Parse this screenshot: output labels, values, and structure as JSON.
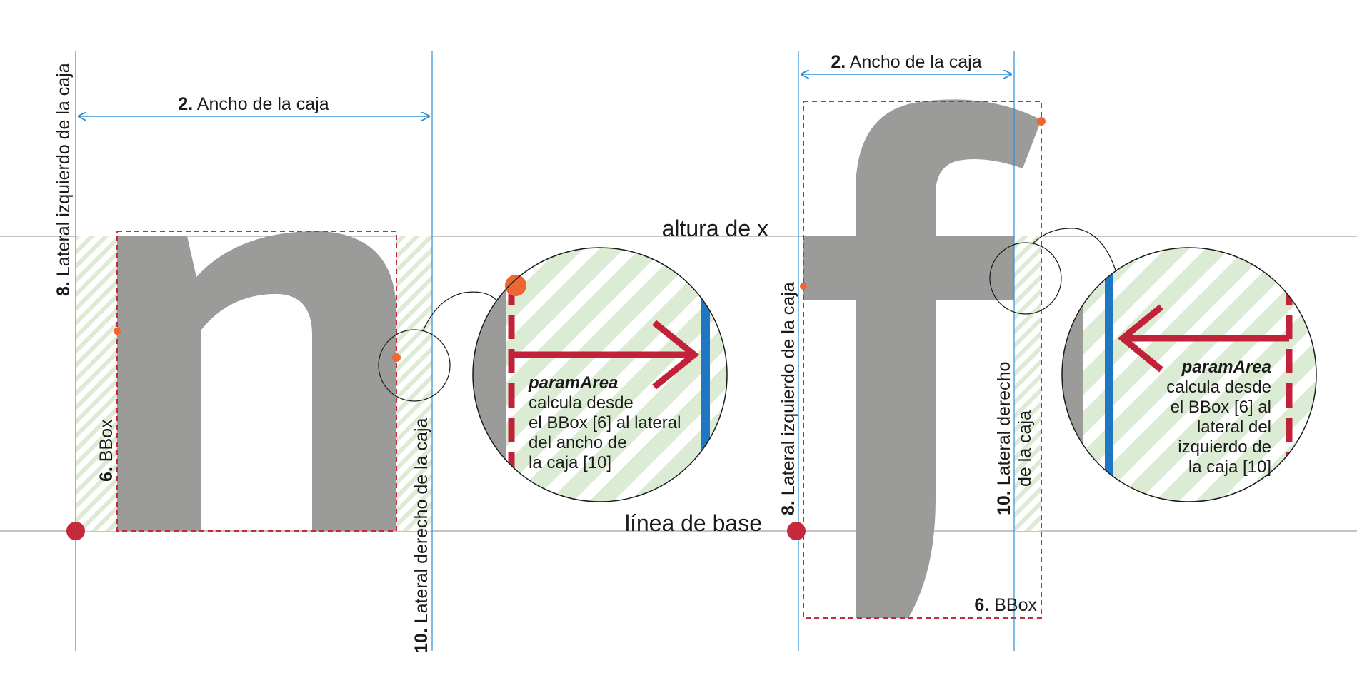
{
  "labels": {
    "x_height": "altura de x",
    "baseline": "línea de base"
  },
  "n_glyph": {
    "char": "n",
    "box_width": {
      "num": "2.",
      "text": "Ancho de la caja"
    },
    "left_side": {
      "num": "8.",
      "text": "Lateral izquierdo de la caja"
    },
    "bbox": {
      "num": "6.",
      "text": "BBox"
    },
    "right_side": {
      "num": "10.",
      "text": "Lateral derecho de la caja"
    },
    "callout": {
      "title": "paramArea",
      "lines": [
        "calcula desde",
        "el BBox [6] al lateral",
        "del ancho de",
        "la caja [10]"
      ]
    }
  },
  "f_glyph": {
    "char": "f",
    "box_width": {
      "num": "2.",
      "text": "Ancho de la caja"
    },
    "left_side": {
      "num": "8.",
      "text": "Lateral izquierdo de la caja"
    },
    "bbox": {
      "num": "6.",
      "text": "BBox"
    },
    "right_side": {
      "num": "10.",
      "line1": "Lateral derecho",
      "line2": "de la caja"
    },
    "callout": {
      "title": "paramArea",
      "lines": [
        "calcula desde",
        "el BBox [6] al",
        "lateral del",
        "izquierdo de",
        "la caja [10]"
      ]
    }
  },
  "colors": {
    "glyph": "#9b9c9a",
    "guide_blue": "#2e8fd6",
    "bbox_red": "#c42a3c",
    "arrow_red": "#c1223a",
    "point_orange": "#ee6633",
    "hatch_green": "#dcecd4",
    "bar_blue": "#1f77c4"
  }
}
